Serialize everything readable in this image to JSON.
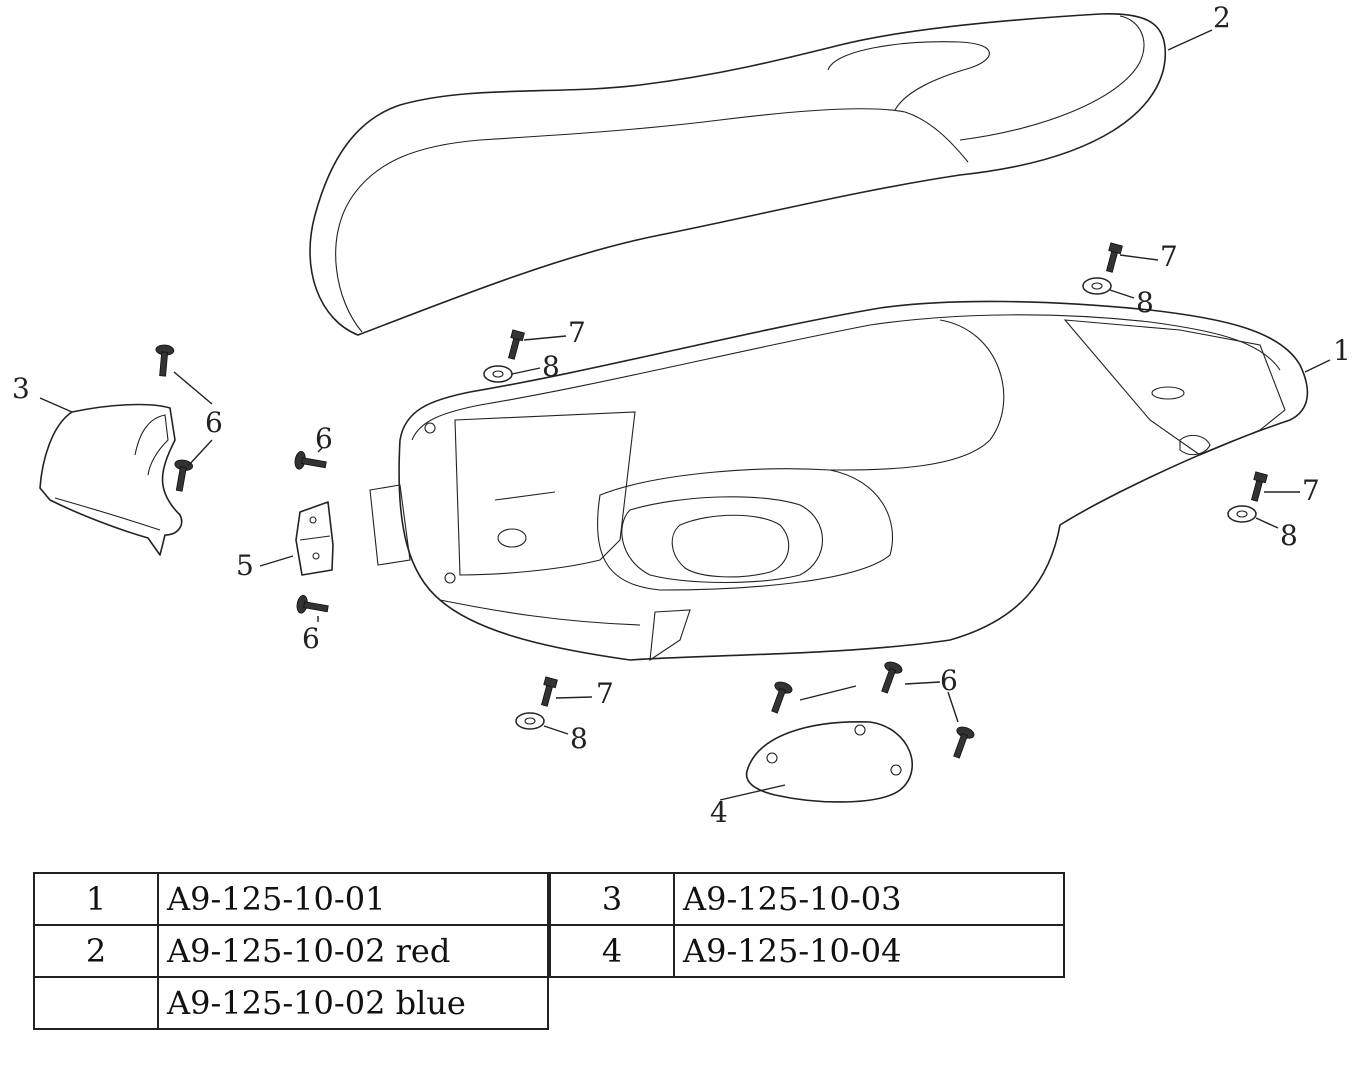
{
  "diagram": {
    "callouts": {
      "c1": "1",
      "c2": "2",
      "c3": "3",
      "c4": "4",
      "c5": "5",
      "c6a": "6",
      "c6b": "6",
      "c6c": "6",
      "c6d": "6",
      "c7a": "7",
      "c7b": "7",
      "c7c": "7",
      "c7d": "7",
      "c8a": "8",
      "c8b": "8",
      "c8c": "8",
      "c8d": "8"
    }
  },
  "parts_table": {
    "left": [
      {
        "num": "1",
        "code": "A9-125-10-01"
      },
      {
        "num": "2",
        "code": "A9-125-10-02 red"
      },
      {
        "num": "",
        "code": "A9-125-10-02 blue"
      }
    ],
    "right": [
      {
        "num": "3",
        "code": "A9-125-10-03"
      },
      {
        "num": "4",
        "code": "A9-125-10-04"
      }
    ]
  }
}
